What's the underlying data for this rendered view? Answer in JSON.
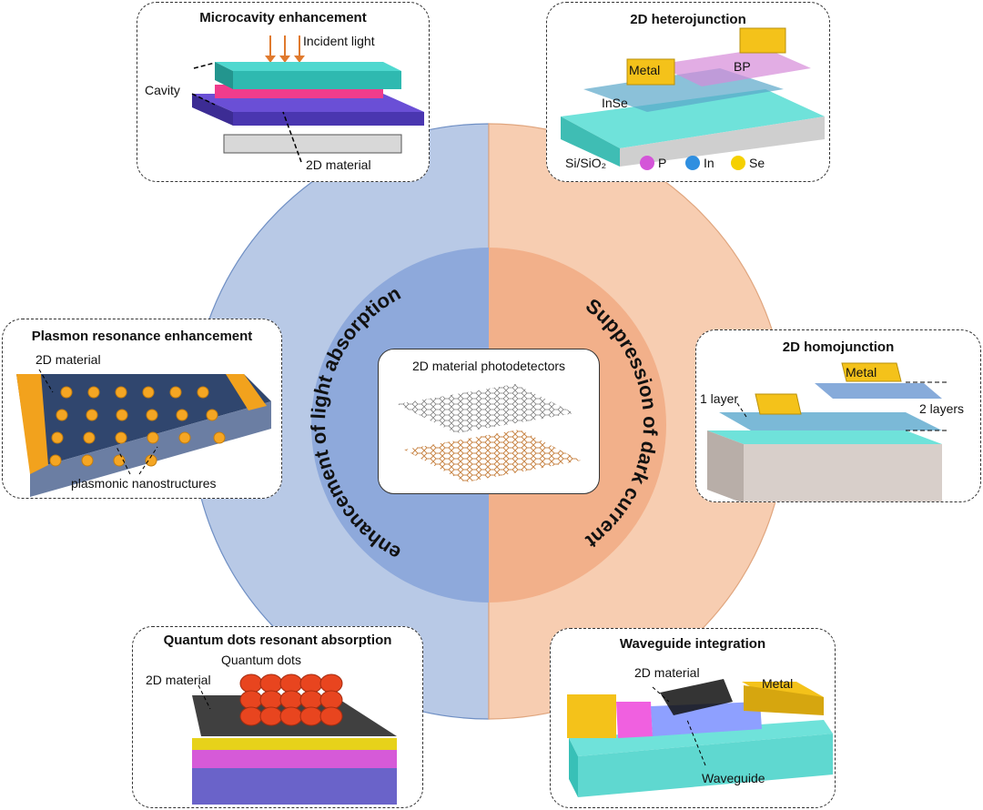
{
  "center": {
    "title": "2D material photodetectors",
    "left_arc_label": "enhancement of light absorption",
    "right_arc_label": "Suppression of dark current"
  },
  "colors": {
    "left_outer": "#b8c9e6",
    "left_inner": "#8ea9db",
    "right_outer": "#f7cdb1",
    "right_inner": "#f2b08a",
    "accent_cyan": "#38d1c8",
    "accent_gold": "#f5c200"
  },
  "panels": {
    "microcavity": {
      "title": "Microcavity enhancement",
      "incident": "Incident light",
      "cavity": "Cavity",
      "material": "2D material"
    },
    "heterojunction": {
      "title": "2D heterojunction",
      "metal": "Metal",
      "bp": "BP",
      "inse": "InSe",
      "substrate": "Si/SiO₂",
      "legend_p": "P",
      "legend_in": "In",
      "legend_se": "Se"
    },
    "plasmon": {
      "title": "Plasmon resonance enhancement",
      "material": "2D material",
      "nanostructures": "plasmonic nanostructures"
    },
    "homojunction": {
      "title": "2D homojunction",
      "metal": "Metal",
      "one_layer": "1 layer",
      "two_layers": "2 layers"
    },
    "quantum": {
      "title": "Quantum dots resonant absorption",
      "dots": "Quantum dots",
      "material": "2D material"
    },
    "waveguide": {
      "title": "Waveguide integration",
      "material": "2D material",
      "metal": "Metal",
      "waveguide": "Waveguide"
    }
  }
}
